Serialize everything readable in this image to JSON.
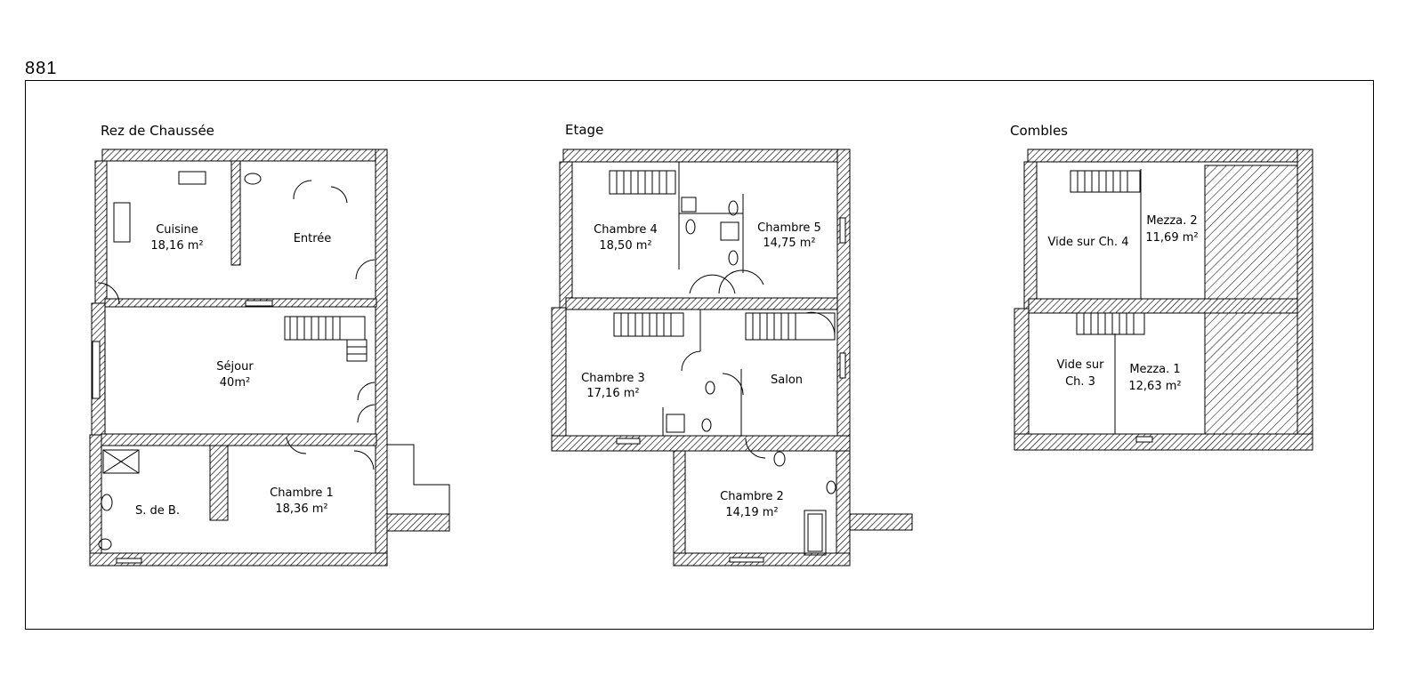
{
  "plan_number": "881",
  "floors": {
    "ground": {
      "title": "Rez de Chaussée",
      "rooms": {
        "cuisine": {
          "name": "Cuisine",
          "area": "18,16  m²"
        },
        "entree": {
          "name": "Entrée"
        },
        "sejour": {
          "name": "Séjour",
          "area": "40m²"
        },
        "sdb": {
          "name": "S. de B."
        },
        "chambre1": {
          "name": "Chambre 1",
          "area": "18,36 m²"
        }
      }
    },
    "first": {
      "title": "Etage",
      "rooms": {
        "chambre4": {
          "name": "Chambre 4",
          "area": "18,50 m²"
        },
        "chambre5": {
          "name": "Chambre 5",
          "area": "14,75 m²"
        },
        "chambre3": {
          "name": "Chambre 3",
          "area": "17,16 m²"
        },
        "salon": {
          "name": "Salon"
        },
        "chambre2": {
          "name": "Chambre 2",
          "area": "14,19 m²"
        }
      }
    },
    "attic": {
      "title": "Combles",
      "rooms": {
        "vide4": {
          "name": "Vide sur Ch. 4"
        },
        "mezza2": {
          "name": "Mezza. 2",
          "area": "11,69 m²"
        },
        "vide3_line1": {
          "name": "Vide sur"
        },
        "vide3_line2": {
          "name": "Ch. 3"
        },
        "mezza1": {
          "name": "Mezza. 1",
          "area": "12,63 m²"
        }
      }
    }
  }
}
